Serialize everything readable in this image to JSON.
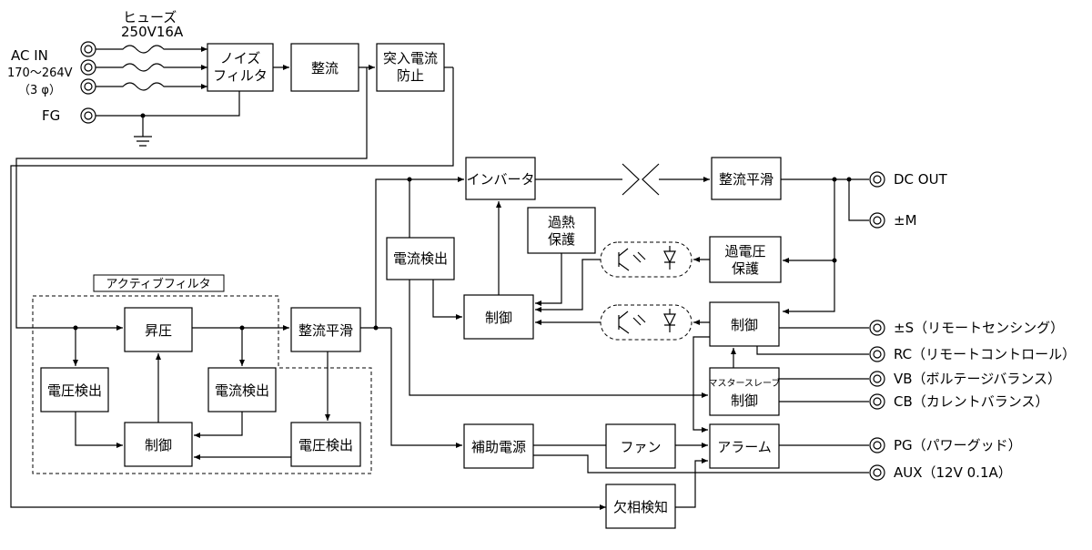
{
  "input": {
    "fuse_label_1": "ヒューズ",
    "fuse_label_2": "250V16A",
    "ac_in": "AC IN",
    "voltage": "170～264V",
    "phase": "（3 φ）",
    "fg": "FG"
  },
  "blocks": {
    "noise_filter_1": "ノイズ",
    "noise_filter_2": "フィルタ",
    "rectifier": "整流",
    "inrush_1": "突入電流",
    "inrush_2": "防止",
    "active_filter": "アクティブフィルタ",
    "boost": "昇圧",
    "af_voltage_detect": "電圧検出",
    "af_current_detect": "電流検出",
    "af_control": "制御",
    "smoothing_1": "整流平滑",
    "voltage_detect_2": "電圧検出",
    "inverter": "インバータ",
    "current_detect": "電流検出",
    "overheat_1": "過熱",
    "overheat_2": "保護",
    "inv_control": "制御",
    "smoothing_2": "整流平滑",
    "overvoltage_1": "過電圧",
    "overvoltage_2": "保護",
    "out_control": "制御",
    "master_slave_1": "マスタースレーブ",
    "master_slave_2": "制御",
    "aux_power": "補助電源",
    "fan": "ファン",
    "alarm": "アラーム",
    "phase_loss": "欠相検知"
  },
  "outputs": {
    "dc_out": "DC OUT",
    "pm_m": "±M",
    "pm_s": "±S（リモートセンシング）",
    "rc": "RC（リモートコントロール）",
    "vb": "VB（ボルテージバランス）",
    "cb": "CB（カレントバランス）",
    "pg": "PG（パワーグッド）",
    "aux": "AUX（12V 0.1A）"
  }
}
